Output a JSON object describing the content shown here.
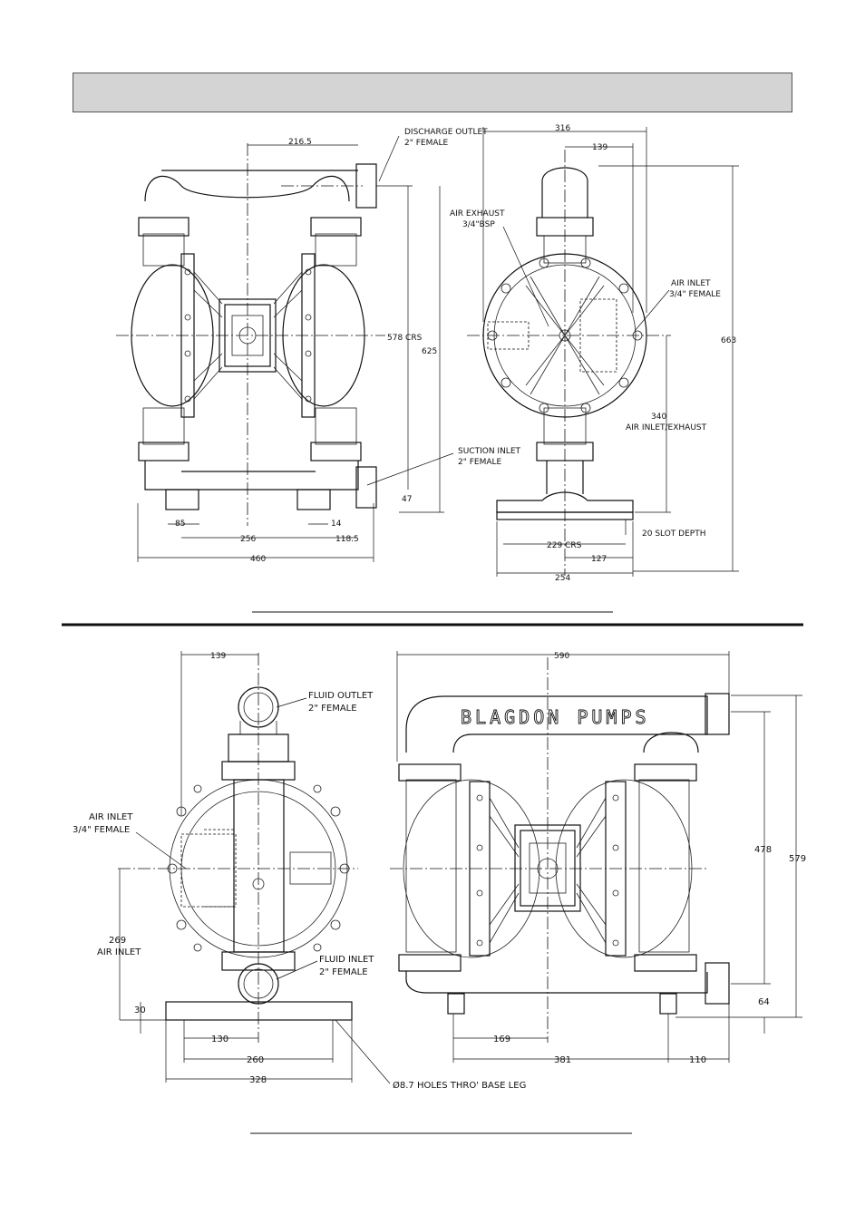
{
  "top_front": {
    "dim_width_top": "216.5",
    "discharge_outlet": "DISCHARGE OUTLET",
    "discharge_size": "2\" FEMALE",
    "suction_inlet": "SUCTION INLET",
    "suction_size": "2\" FEMALE",
    "dim_crs": "578 CRS",
    "dim_625": "625",
    "dim_47": "47",
    "dim_85": "85",
    "dim_14": "14",
    "dim_256": "256",
    "dim_118": "118.5",
    "dim_460": "460"
  },
  "top_side": {
    "dim_316": "316",
    "dim_139": "139",
    "air_exhaust": "AIR EXHAUST",
    "air_exhaust_size": "3/4\"BSP",
    "air_inlet": "AIR INLET",
    "air_inlet_size": "3/4\" FEMALE",
    "dim_663": "663",
    "dim_340": "340",
    "air_inlet_exhaust": "AIR INLET/EXHAUST",
    "slot_depth": "20 SLOT DEPTH",
    "dim_229": "229 CRS",
    "dim_127": "127",
    "dim_254": "254"
  },
  "bottom_side": {
    "dim_139": "139",
    "fluid_outlet": "FLUID OUTLET",
    "fluid_outlet_size": "2\" FEMALE",
    "air_inlet": "AIR INLET",
    "air_inlet_size": "3/4\" FEMALE",
    "dim_269": "269",
    "air_inlet_2": "AIR INLET",
    "fluid_inlet": "FLUID INLET",
    "fluid_inlet_size": "2\" FEMALE",
    "dim_30": "30",
    "dim_130": "130",
    "dim_260": "260",
    "dim_328": "328",
    "holes": "Ø8.7 HOLES THRO' BASE LEG"
  },
  "bottom_front": {
    "dim_590": "590",
    "brand": "BLAGDON PUMPS",
    "dim_478": "478",
    "dim_579": "579",
    "dim_64": "64",
    "dim_169": "169",
    "dim_381": "381",
    "dim_110": "110"
  }
}
